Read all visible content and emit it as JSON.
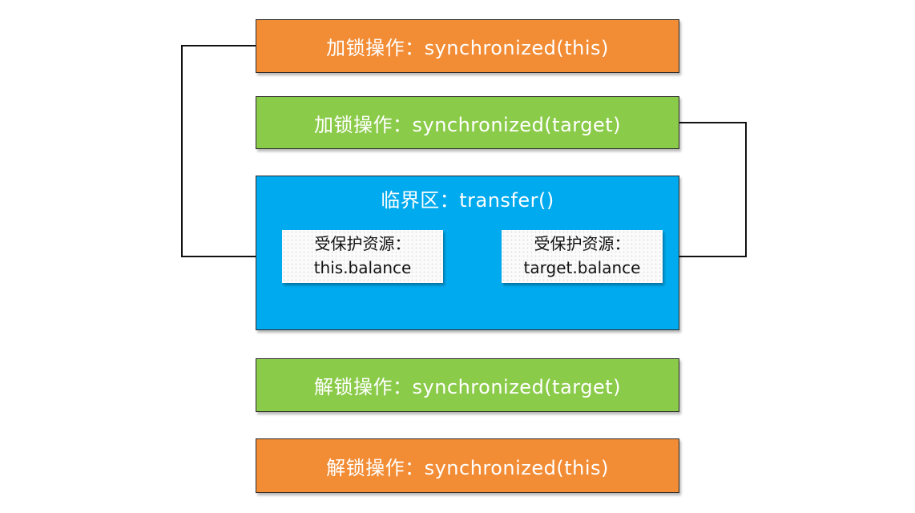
{
  "boxes": {
    "lock_this": "加锁操作：synchronized(this)",
    "lock_target": "加锁操作：synchronized(target)",
    "critical_section": "临界区：transfer()",
    "unlock_target": "解锁操作：synchronized(target)",
    "unlock_this": "解锁操作：synchronized(this)"
  },
  "resources": {
    "this_label": "受保护资源：",
    "this_value": "this.balance",
    "target_label": "受保护资源：",
    "target_value": "target.balance"
  },
  "colors": {
    "orange": "#f28c35",
    "green": "#8bcb4a",
    "blue": "#00aaee"
  }
}
